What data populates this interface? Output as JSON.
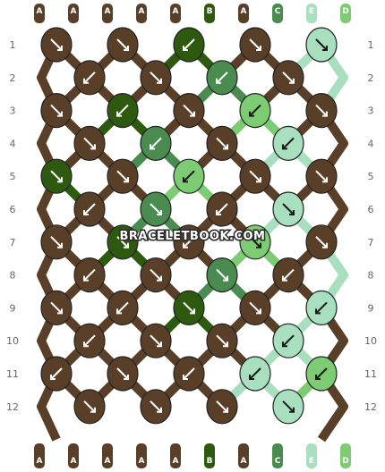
{
  "colors": {
    "A": "#5a3f28",
    "B": "#2d5a0f",
    "C": "#4a8c4f",
    "D": "#7dcc74",
    "E": "#a8dfbf"
  },
  "string_labels_top": [
    "A",
    "A",
    "A",
    "A",
    "A",
    "B",
    "A",
    "C",
    "E",
    "D"
  ],
  "string_labels_bottom": [
    "A",
    "A",
    "A",
    "A",
    "A",
    "B",
    "A",
    "C",
    "E",
    "D"
  ],
  "row_numbers": [
    "1",
    "2",
    "3",
    "4",
    "5",
    "6",
    "7",
    "8",
    "9",
    "10",
    "11",
    "12"
  ],
  "watermark": "BRACELETBOOK.COM",
  "knots": [
    [
      {
        "color": "A",
        "dir": "down-right"
      },
      {
        "color": "A",
        "dir": "down-right"
      },
      {
        "color": "B",
        "dir": "down-left"
      },
      {
        "color": "A",
        "dir": "down-right"
      },
      {
        "color": "E",
        "dir": "down-right"
      }
    ],
    [
      {
        "color": "A",
        "dir": "down-left"
      },
      {
        "color": "A",
        "dir": "down-right"
      },
      {
        "color": "C",
        "dir": "down-left"
      },
      {
        "color": "A",
        "dir": "down-right"
      }
    ],
    [
      {
        "color": "A",
        "dir": "down-right"
      },
      {
        "color": "B",
        "dir": "down-left"
      },
      {
        "color": "A",
        "dir": "down-right"
      },
      {
        "color": "D",
        "dir": "down-left"
      },
      {
        "color": "A",
        "dir": "down-right"
      }
    ],
    [
      {
        "color": "A",
        "dir": "down-right"
      },
      {
        "color": "C",
        "dir": "down-left"
      },
      {
        "color": "A",
        "dir": "down-right"
      },
      {
        "color": "E",
        "dir": "down-left"
      }
    ],
    [
      {
        "color": "B",
        "dir": "down-right"
      },
      {
        "color": "A",
        "dir": "down-right"
      },
      {
        "color": "D",
        "dir": "down-left"
      },
      {
        "color": "A",
        "dir": "down-right"
      },
      {
        "color": "A",
        "dir": "down-right"
      }
    ],
    [
      {
        "color": "A",
        "dir": "down-left"
      },
      {
        "color": "C",
        "dir": "down-right"
      },
      {
        "color": "A",
        "dir": "down-left"
      },
      {
        "color": "E",
        "dir": "down-right"
      }
    ],
    [
      {
        "color": "A",
        "dir": "down-right"
      },
      {
        "color": "B",
        "dir": "down-right"
      },
      {
        "color": "A",
        "dir": "down-left"
      },
      {
        "color": "D",
        "dir": "down-right"
      },
      {
        "color": "A",
        "dir": "down-right"
      }
    ],
    [
      {
        "color": "A",
        "dir": "down-left"
      },
      {
        "color": "A",
        "dir": "down-right"
      },
      {
        "color": "C",
        "dir": "down-right"
      },
      {
        "color": "A",
        "dir": "down-left"
      }
    ],
    [
      {
        "color": "A",
        "dir": "down-right"
      },
      {
        "color": "A",
        "dir": "down-left"
      },
      {
        "color": "B",
        "dir": "down-right"
      },
      {
        "color": "A",
        "dir": "down-right"
      },
      {
        "color": "E",
        "dir": "down-left"
      }
    ],
    [
      {
        "color": "A",
        "dir": "down-left"
      },
      {
        "color": "A",
        "dir": "down-right"
      },
      {
        "color": "A",
        "dir": "down-right"
      },
      {
        "color": "E",
        "dir": "down-left"
      }
    ],
    [
      {
        "color": "A",
        "dir": "down-left"
      },
      {
        "color": "A",
        "dir": "down-right"
      },
      {
        "color": "A",
        "dir": "down-left"
      },
      {
        "color": "E",
        "dir": "down-left"
      },
      {
        "color": "D",
        "dir": "down-left"
      }
    ],
    [
      {
        "color": "A",
        "dir": "down-right"
      },
      {
        "color": "A",
        "dir": "down-right"
      },
      {
        "color": "A",
        "dir": "down-right"
      },
      {
        "color": "E",
        "dir": "down-right"
      }
    ]
  ]
}
